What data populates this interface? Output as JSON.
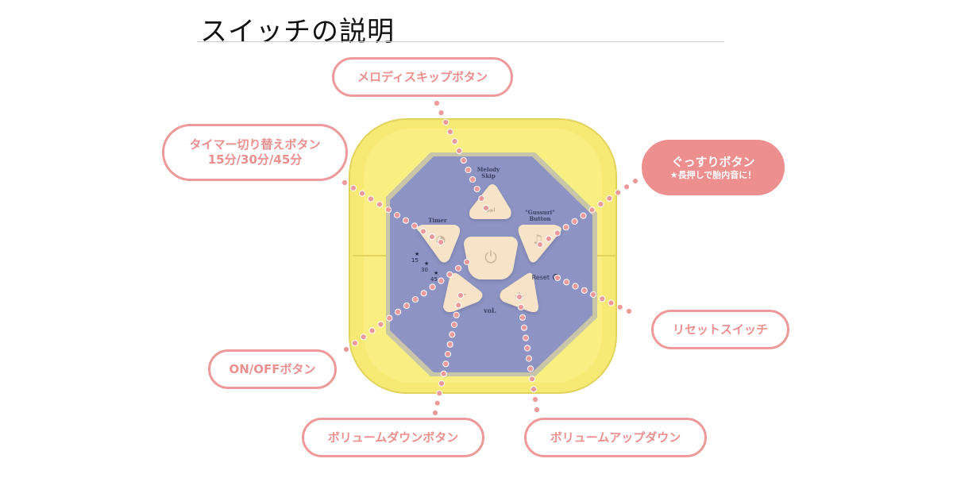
{
  "page": {
    "title": "スイッチの説明"
  },
  "device": {
    "buttons": {
      "melody_label_line1": "Melody",
      "melody_label_line2": "Skip",
      "timer_label": "Timer",
      "gussuri_label_line1": "\"Gussuri\"",
      "gussuri_label_line2": "Button",
      "reset_label": "Reset",
      "vol_label": "vol.",
      "minus_symbol": "−",
      "plus_symbol": "+"
    },
    "timer_marks": [
      "15",
      "30",
      "45"
    ]
  },
  "callouts": {
    "melody_skip": {
      "label": "メロディスキップボタン"
    },
    "timer": {
      "label": "タイマー切り替えボタン",
      "sub": "15分/30分/45分"
    },
    "gussuri": {
      "label": "ぐっすりボタン",
      "sub": "★長押しで胎内音に！"
    },
    "reset": {
      "label": "リセットスイッチ"
    },
    "on_off": {
      "label": "ON/OFFボタン"
    },
    "volume_down": {
      "label": "ボリュームダウンボタン"
    },
    "volume_up": {
      "label": "ボリュームアップダウン"
    }
  },
  "colors": {
    "device_yellow": "#f8ec78",
    "device_panel": "#8d94c3",
    "button_cream": "#f7e4c8",
    "callout_pink": "#ef9a9a",
    "callout_text": "#ec8f8f"
  }
}
